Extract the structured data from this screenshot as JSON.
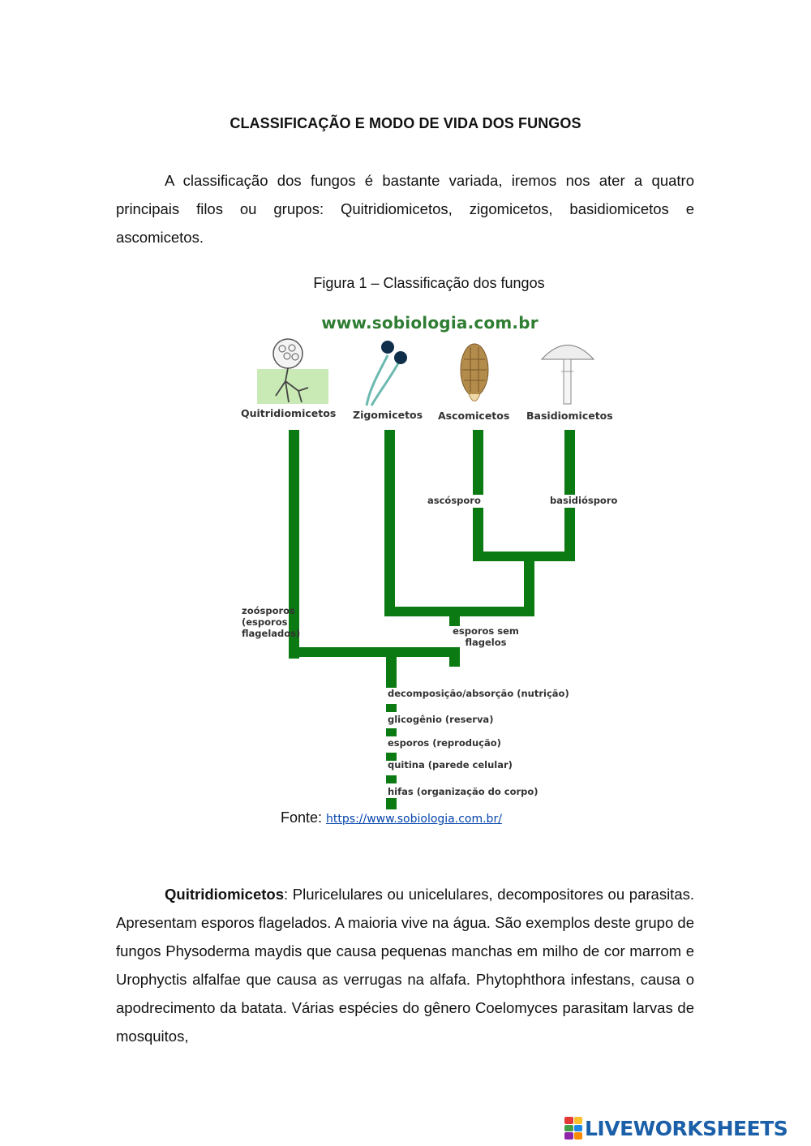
{
  "title": "CLASSIFICAÇÃO E MODO DE VIDA DOS FUNGOS",
  "intro": "A classificação dos fungos é bastante variada, iremos nos ater a quatro principais filos ou grupos: Quitridiomicetos, zigomicetos, basidiomicetos e ascomicetos.",
  "figure": {
    "caption": "Figura 1 – Classificação dos fungos",
    "site": "www.sobiologia.com.br",
    "groups": [
      "Quitridiomicetos",
      "Zigomicetos",
      "Ascomicetos",
      "Basidiomicetos"
    ],
    "branch_labels": {
      "ascosporo": "ascósporo",
      "basidiosporo": "basidiósporo",
      "zoosporos": [
        "zoósporos",
        "(esporos",
        "flagelados)"
      ],
      "esporos_sem_flagelos": [
        "esporos sem",
        "flagelos"
      ]
    },
    "traits": [
      "decomposição/absorção (nutrição)",
      "glicogênio (reserva)",
      "esporos (reprodução)",
      "quitina (parede celular)",
      "hifas (organização do corpo)"
    ],
    "colors": {
      "tree": "#0b7a12",
      "site": "#2f7d32"
    }
  },
  "source": {
    "label": "Fonte:",
    "link": "https://www.sobiologia.com.br/"
  },
  "body": {
    "bold_term": "Quitridiomicetos",
    "text": ": Pluricelulares ou unicelulares, decompositores ou parasitas. Apresentam esporos flagelados. A maioria vive na água. São exemplos deste grupo de fungos Physoderma maydis que causa pequenas manchas em milho de cor marrom e Urophyctis alfalfae que causa as verrugas na alfafa. Phytophthora infestans, causa o apodrecimento da batata. Várias espécies do gênero Coelomyces parasitam larvas de mosquitos,"
  },
  "watermark": "LIVEWORKSHEETS"
}
